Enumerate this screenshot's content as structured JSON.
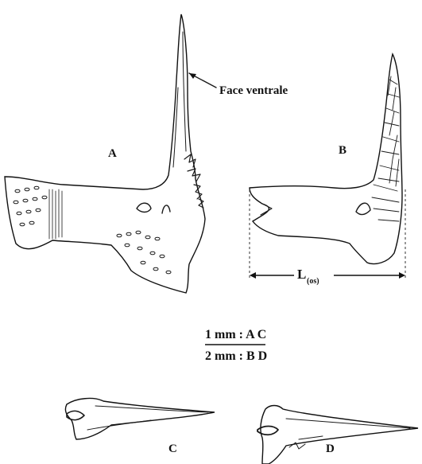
{
  "labels": {
    "A": "A",
    "B": "B",
    "C": "C",
    "D": "D",
    "face_ventrale": "Face ventrale",
    "length_main": "L",
    "length_sub": "(os)"
  },
  "scale": {
    "line1": "1 mm : A C",
    "line2": "2 mm : B D"
  },
  "colors": {
    "ink": "#111111",
    "background": "#ffffff"
  }
}
